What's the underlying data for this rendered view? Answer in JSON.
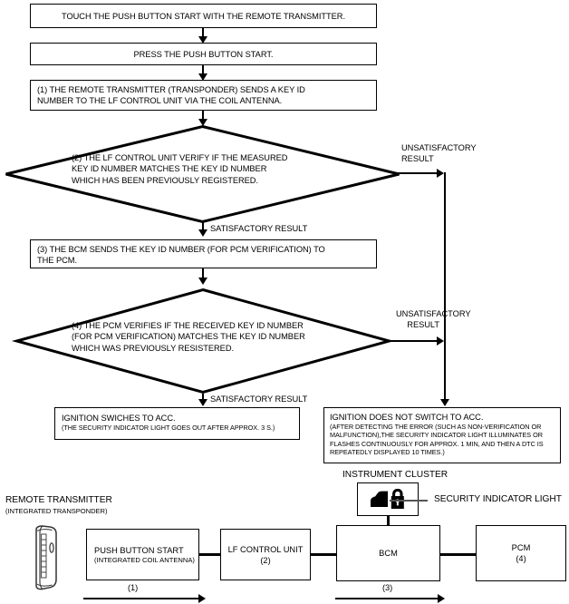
{
  "flow": {
    "steps": [
      {
        "id": "touch",
        "text": "TOUCH THE PUSH BUTTON START WITH THE REMOTE TRANSMITTER."
      },
      {
        "id": "press",
        "text": "PRESS THE PUSH BUTTON START."
      },
      {
        "id": "step1",
        "line1": "(1) THE REMOTE TRANSMITTER (TRANSPONDER) SENDS A KEY ID",
        "line2": "NUMBER TO THE LF CONTROL UNIT VIA THE COIL ANTENNA."
      },
      {
        "id": "step3",
        "line1": "(3) THE BCM SENDS THE KEY ID NUMBER (FOR PCM VERIFICATION) TO",
        "line2": "THE PCM."
      }
    ],
    "decisions": [
      {
        "id": "decision2",
        "line1": "(2) THE LF CONTROL UNIT VERIFY IF THE MEASURED",
        "line2": "KEY ID NUMBER MATCHES THE KEY ID NUMBER",
        "line3": "WHICH HAS BEEN PREVIOUSLY REGISTERED."
      },
      {
        "id": "decision4",
        "line1": "(4) THE PCM VERIFIES IF THE RECEIVED KEY ID NUMBER",
        "line2": "(FOR PCM VERIFICATION) MATCHES THE KEY ID NUMBER",
        "line3": "WHICH WAS PREVIOUSLY RESISTERED."
      }
    ],
    "branch_labels": {
      "unsatisfactory_line1": "UNSATISFACTORY",
      "unsatisfactory_line2": "RESULT",
      "satisfactory": "SATISFACTORY RESULT"
    },
    "outcomes": {
      "success": {
        "title": "IGNITION SWICHES TO ACC.",
        "note": "(THE SECURITY INDICATOR LIGHT GOES OUT AFTER APPROX. 3 S.)"
      },
      "failure": {
        "title": "IGNITION DOES NOT SWITCH TO ACC.",
        "note_line1": "(AFTER DETECTING THE ERROR (SUCH AS NON-VERIFICATION OR",
        "note_line2": "MALFUNCTION),THE SECURITY INDICATOR LIGHT ILLUMINATES OR",
        "note_line3": "FLASHES CONTINUOUSLY FOR APPROX. 1 MIN, AND THEN A DTC IS",
        "note_line4": "REPEATEDLY DISPLAYED 10 TIMES.)"
      }
    }
  },
  "system": {
    "remote_transmitter": {
      "label_line1": "REMOTE TRANSMITTER",
      "label_line2": "(INTEGRATED TRANSPONDER)"
    },
    "instrument_cluster_label": "INSTRUMENT CLUSTER",
    "security_indicator_label": "SECURITY INDICATOR LIGHT",
    "security_indicator_icon": "car-lock-icon",
    "blocks": [
      {
        "id": "push-button-start",
        "title": "PUSH BUTTON START",
        "sub": "(INTEGRATED COIL ANTENNA)"
      },
      {
        "id": "lf-control-unit",
        "title": "LF CONTROL UNIT",
        "sub": "(2)"
      },
      {
        "id": "bcm",
        "title": "BCM",
        "sub": ""
      },
      {
        "id": "pcm",
        "title": "PCM",
        "sub": "(4)"
      }
    ],
    "signal_arrows": [
      {
        "id": "signal-1",
        "label": "(1)"
      },
      {
        "id": "signal-3",
        "label": "(3)"
      }
    ]
  },
  "colors": {
    "line": "#000000",
    "background": "#ffffff",
    "leader": "#555555"
  }
}
